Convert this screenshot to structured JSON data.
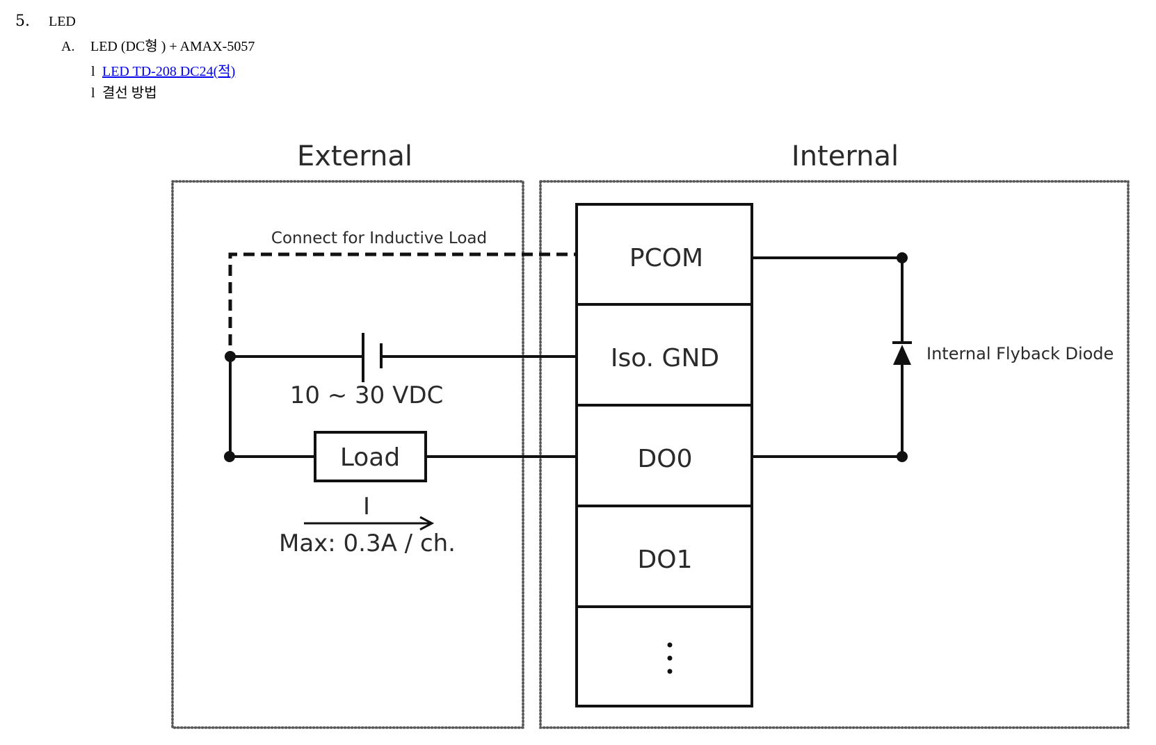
{
  "document": {
    "section": {
      "number": "5.",
      "title": "LED"
    },
    "subsection": {
      "number": "A.",
      "title": "LED (DC형 ) + AMAX-5057"
    },
    "items": [
      {
        "bullet": "l",
        "text": "LED TD-208 DC24(적)",
        "is_link": true
      },
      {
        "bullet": "l",
        "text": "결선  방법",
        "is_link": false
      }
    ]
  },
  "diagram": {
    "external_label": "External",
    "internal_label": "Internal",
    "inductive_note": "Connect for Inductive Load",
    "supply_label": "10 ~ 30 VDC",
    "load_label": "Load",
    "current_symbol": "I",
    "current_limit": "Max: 0.3A / ch.",
    "diode_label": "Internal Flyback Diode",
    "terminals": [
      "PCOM",
      "Iso. GND",
      "DO0",
      "DO1",
      "⋮"
    ]
  },
  "colors": {
    "link": "#0000ee",
    "line": "#111111",
    "text": "#2a2a2a"
  }
}
